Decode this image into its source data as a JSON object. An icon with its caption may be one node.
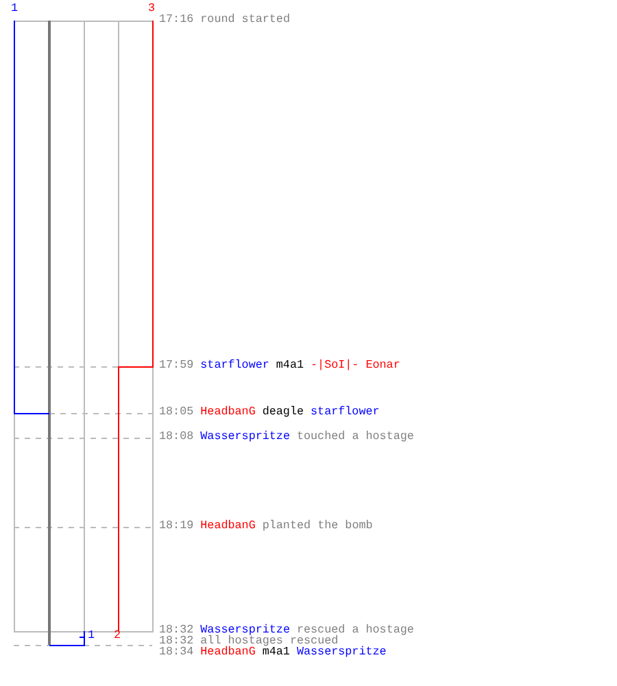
{
  "diagram": {
    "labels": [
      "1",
      "3",
      "17:16",
      "round started",
      "17:59",
      "starflower",
      "m4a1",
      "-|SoI|- Eonar",
      "18:05",
      "HeadbanG",
      "deagle",
      "starflower",
      "18:08",
      "Wasserspritze",
      "touched a hostage",
      "18:19",
      "HeadbanG",
      "planted the bomb",
      "1",
      "2",
      "18:32",
      "Wasserspritze",
      "rescued a hostage",
      "18:32",
      "all hostages rescued",
      "18:34",
      "HeadbanG",
      "m4a1",
      "Wasserspritze"
    ]
  }
}
